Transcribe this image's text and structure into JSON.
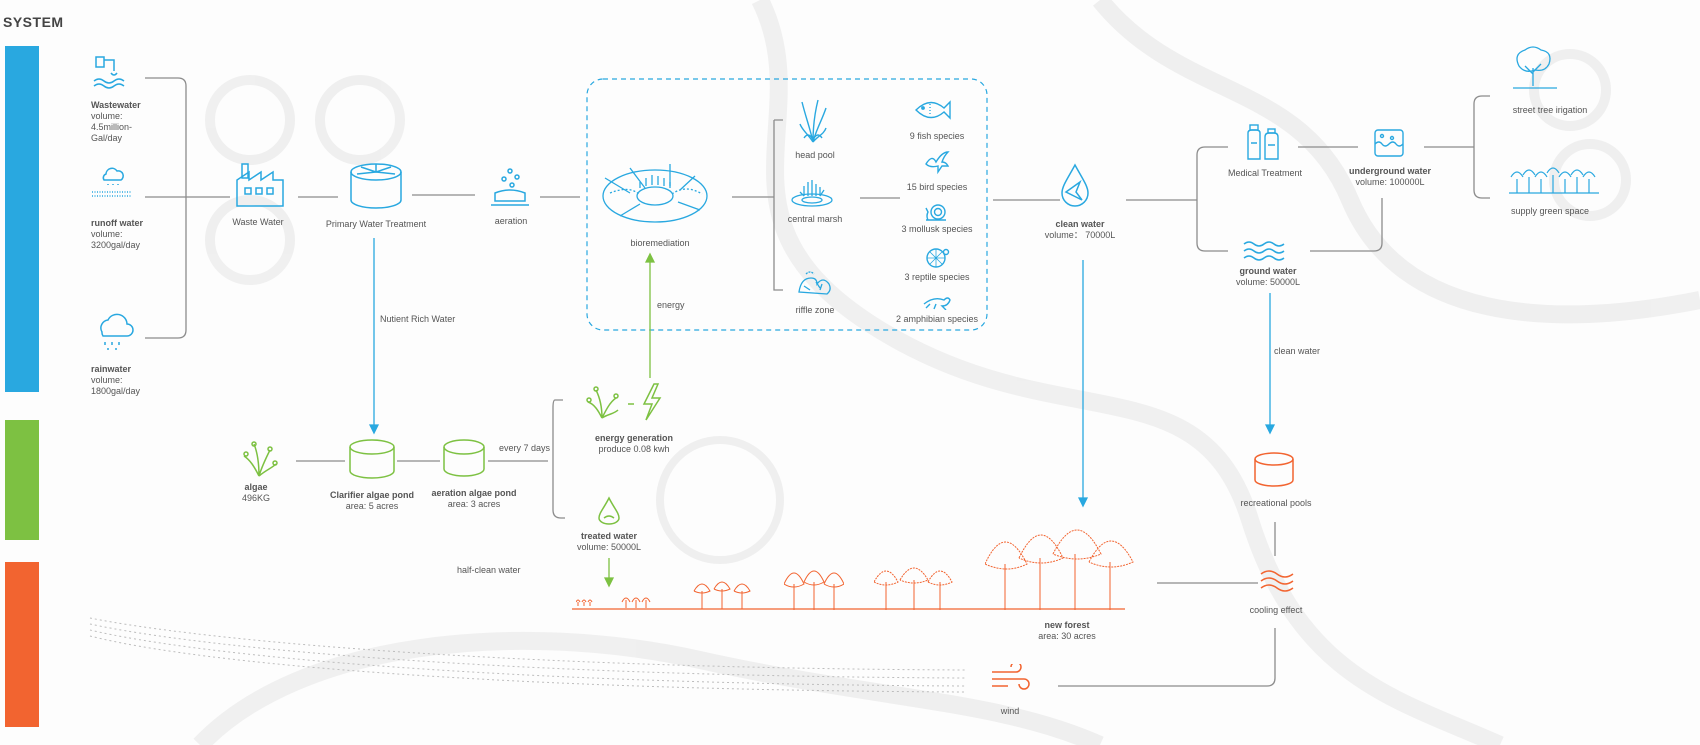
{
  "title": "SYSTEM",
  "colors": {
    "blue": "#29a8e0",
    "green": "#7dc142",
    "orange": "#f26430",
    "line": "#8c8c8c"
  },
  "sources": {
    "wastewater": {
      "label": "Wastewater",
      "detail": [
        "volume:",
        "4.5million-",
        "Gal/day"
      ]
    },
    "runoff": {
      "label": "runoff  water",
      "detail": [
        "volume:",
        "3200gal/day"
      ]
    },
    "rainwater": {
      "label": "rainwater",
      "detail": [
        "volume:",
        "1800gal/day"
      ]
    }
  },
  "process": {
    "waste_water": "Waste Water",
    "primary": "Primary Water Treatment",
    "aeration": "aeration",
    "bioremediation": "bioremediation",
    "head_pool": "head pool",
    "central_marsh": "central marsh",
    "riffle_zone": "riffle zone",
    "energy": "energy",
    "nutrient": "Nutient Rich Water"
  },
  "species": [
    "9 fish species",
    "15 bird species",
    "3 mollusk species",
    "3 reptile species",
    "2 amphibian species"
  ],
  "clean_water": {
    "label": "clean water",
    "detail": "volume： 70000L"
  },
  "medical": "Medical Treatment",
  "underground": {
    "label": "underground water",
    "detail": "volume: 100000L"
  },
  "ground": {
    "label": "ground water",
    "detail": "volume: 50000L"
  },
  "street_tree": "street tree irigation",
  "supply_green": "supply green space",
  "clean_water_arrow": "clean water",
  "recreational": "recreational pools",
  "cooling": "cooling effect",
  "wind": "wind",
  "algae": {
    "label": "algae",
    "detail": "496KG"
  },
  "clarifier": {
    "label": "Clarifier algae pond",
    "detail": "area: 5 acres"
  },
  "aeration_pond": {
    "label": "aeration algae pond",
    "detail": "area: 3 acres"
  },
  "every7": "every 7 days",
  "energy_gen": {
    "label": "energy generation",
    "detail": "produce 0.08 kwh"
  },
  "treated": {
    "label": "treated water",
    "detail": "volume: 50000L"
  },
  "half_clean": "half-clean water",
  "forest": {
    "label": "new forest",
    "detail": "area: 30 acres"
  }
}
